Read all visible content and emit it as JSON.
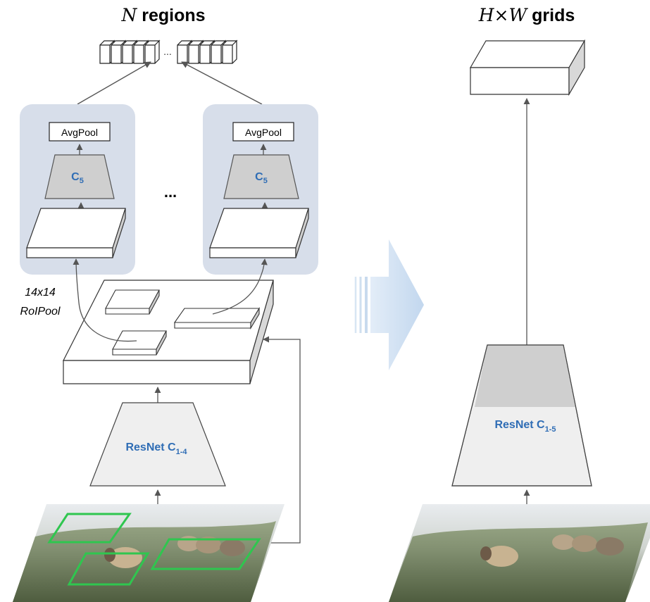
{
  "left": {
    "title_var": "N",
    "title_word": " regions",
    "ellipsis_top": "...",
    "ellipsis_mid": "...",
    "avgpool_label": "AvgPool",
    "c5_main": "C",
    "c5_sub": "5",
    "roipool_line1": "14x14",
    "roipool_line2": "RoIPool",
    "resnet_main": "ResNet C",
    "resnet_sub": "1-4"
  },
  "right": {
    "title_var": "H×W",
    "title_word": " grids",
    "resnet_main": "ResNet C",
    "resnet_sub": "1-5"
  },
  "colors": {
    "panel_bg": "#d7deea",
    "accent_blue": "#2f6db5",
    "box_green": "#2fc64f",
    "arrow_blue": "#c9dcef",
    "trapezoid_fill": "#efefef",
    "c5_fill": "#cfcfcf"
  }
}
